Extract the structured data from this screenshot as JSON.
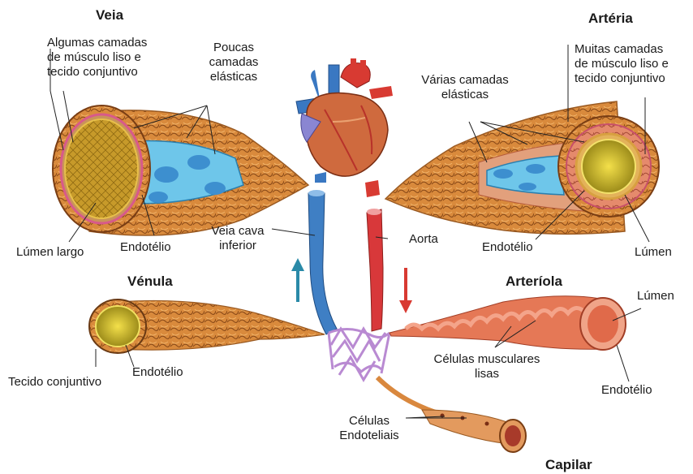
{
  "titles": {
    "vein": "Veia",
    "artery": "Artéria",
    "venule": "Vénula",
    "arteriole": "Arteríola",
    "capillary": "Capilar"
  },
  "labels": {
    "vein_layers": "Algumas camadas\nde músculo liso e\ntecido conjuntivo",
    "vein_elastic": "Poucas\ncamadas\nelásticas",
    "vein_lumen": "Lúmen largo",
    "vein_endothelium": "Endotélio",
    "vena_cava": "Veia cava\ninferior",
    "aorta": "Aorta",
    "artery_elastic": "Várias camadas\nelásticas",
    "artery_layers": "Muitas camadas\nde músculo liso e\ntecido conjuntivo",
    "artery_endothelium": "Endotélio",
    "artery_lumen": "Lúmen",
    "venule_connective": "Tecido conjuntivo",
    "venule_endothelium": "Endotélio",
    "arteriole_lumen": "Lúmen",
    "arteriole_muscle": "Células musculares\nlisas",
    "arteriole_endothelium": "Endotélio",
    "capillary_cells": "Células\nEndoteliais"
  },
  "colors": {
    "vein_blue": "#3f7fc4",
    "artery_red": "#d8383a",
    "tissue_orange": "#d98a3c",
    "elastic_blue": "#6ec6ea",
    "capillary_purple": "#b98ad2"
  }
}
